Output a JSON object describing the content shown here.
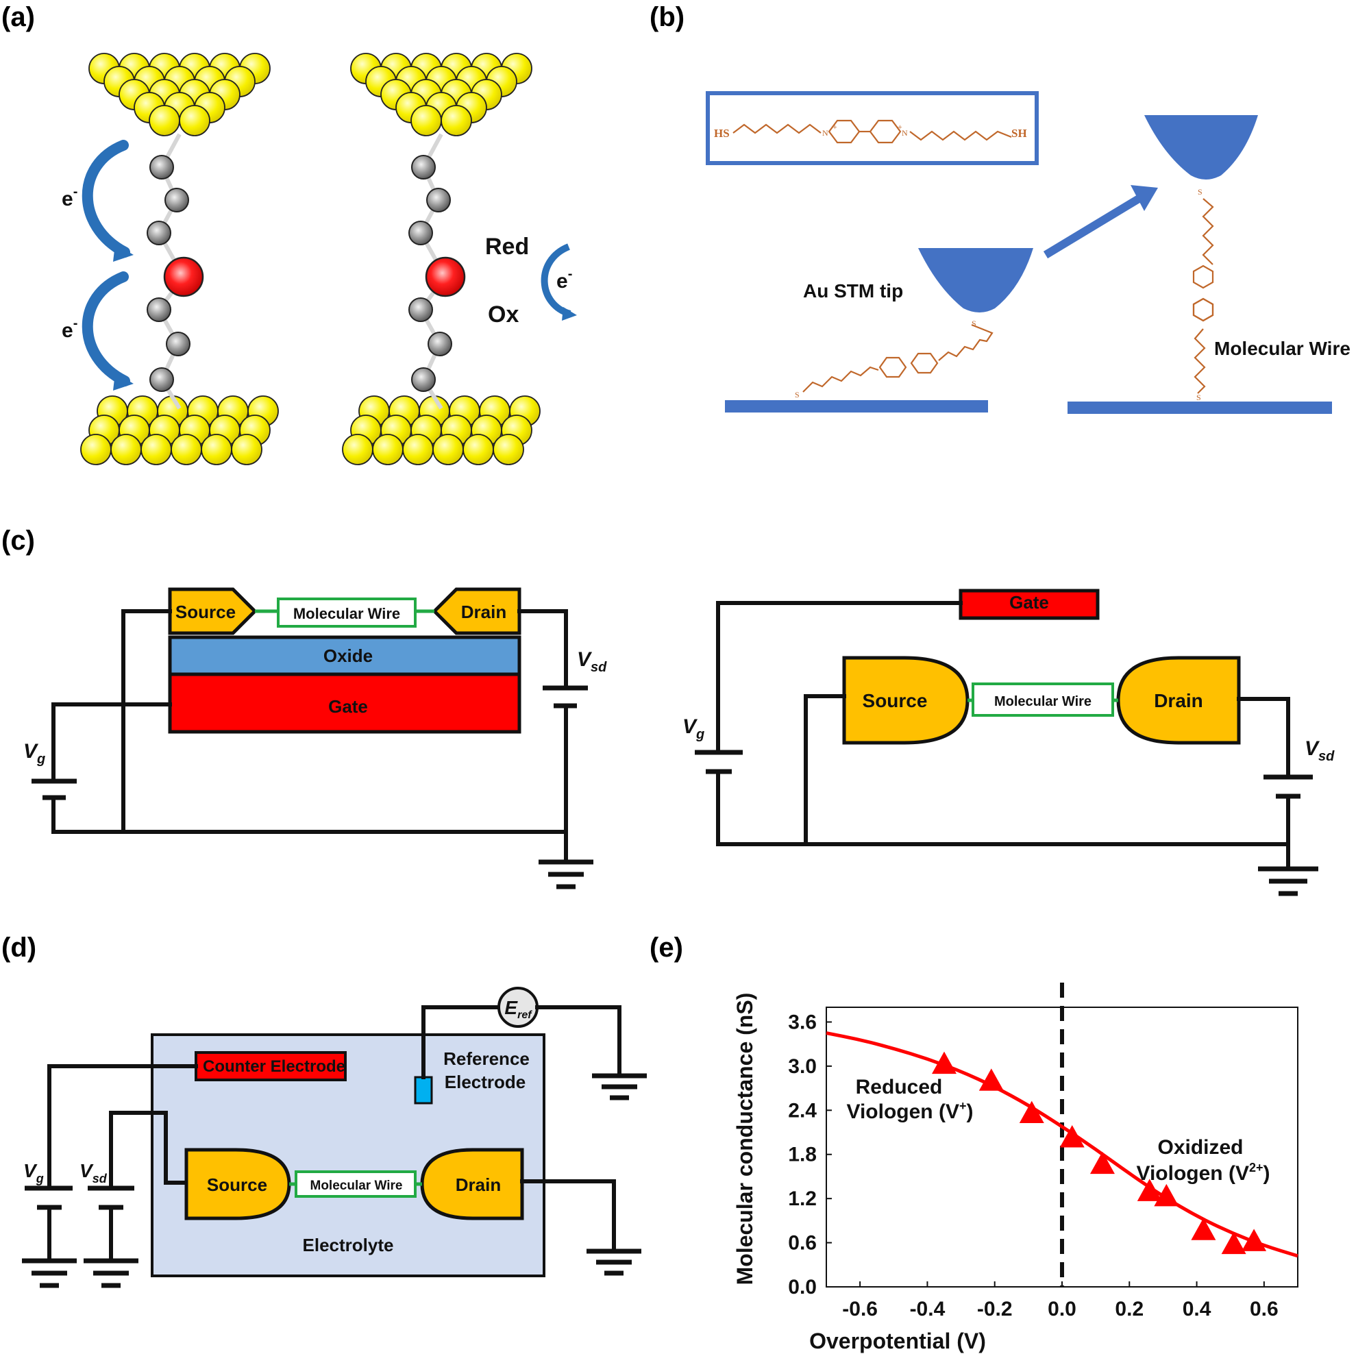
{
  "panels": {
    "a": {
      "label": "(a)",
      "electron_labels": [
        "e",
        "e",
        "e"
      ],
      "superscript": "-",
      "redox_top": "Red",
      "redox_bottom": "Ox"
    },
    "b": {
      "label": "(b)",
      "mol_hs": "HS",
      "mol_sh": "SH",
      "mol_n": "N",
      "mol_plus": "+",
      "mol_s": "S",
      "tip_label": "Au STM tip",
      "wire_label": "Molecular Wire"
    },
    "c": {
      "label": "(c)",
      "left": {
        "source": "Source",
        "drain": "Drain",
        "molecular_wire": "Molecular Wire",
        "oxide": "Oxide",
        "gate": "Gate",
        "v": "V",
        "vg_sub": "g",
        "vsd_sub": "sd"
      },
      "right": {
        "gate": "Gate",
        "source": "Source",
        "drain": "Drain",
        "molecular_wire": "Molecular Wire",
        "v": "V",
        "vg_sub": "g",
        "vsd_sub": "sd"
      }
    },
    "d": {
      "label": "(d)",
      "e": "E",
      "eref_sub": "ref",
      "counter": "Counter Electrode",
      "reference_line1": "Reference",
      "reference_line2": "Electrode",
      "source": "Source",
      "drain": "Drain",
      "molecular_wire": "Molecular Wire",
      "electrolyte": "Electrolyte",
      "v": "V",
      "vg_sub": "g",
      "vsd_sub": "sd"
    },
    "e": {
      "label": "(e)",
      "reduced_line1": "Reduced",
      "reduced_line2": "Viologen (V",
      "reduced_sup": "+",
      "close_paren": ")",
      "oxidized_line1": "Oxidized",
      "oxidized_line2": "Viologen (V",
      "oxidized_sup": "2+"
    }
  },
  "colors": {
    "gold": "#f8f000",
    "blue": "#4472c4",
    "red": "#ff0000",
    "orange": "#ffc000",
    "oxide": "#5b9bd5",
    "green": "#22aa44",
    "electrolyte": "#d1dcf0",
    "ref_electrode": "#00b0f0",
    "curve": "#ff0000",
    "molecule": "#c0672a"
  },
  "chart_data": {
    "type": "scatter",
    "xlabel": "Overpotential (V)",
    "ylabel": "Molecular conductance (nS)",
    "xlim": [
      -0.7,
      0.7
    ],
    "ylim": [
      0.0,
      3.8
    ],
    "x_ticks": [
      -0.6,
      -0.4,
      -0.2,
      0.0,
      0.2,
      0.4,
      0.6
    ],
    "x_tick_labels": [
      "-0.6",
      "-0.4",
      "-0.2",
      "0.0",
      "0.2",
      "0.4",
      "0.6"
    ],
    "y_ticks": [
      0.0,
      0.6,
      1.2,
      1.8,
      2.4,
      3.0,
      3.6
    ],
    "y_tick_labels": [
      "0.0",
      "0.6",
      "1.2",
      "1.8",
      "2.4",
      "3.0",
      "3.6"
    ],
    "reference_line_x": 0.0,
    "series": [
      {
        "kind": "points",
        "marker": "triangle",
        "x": [
          -0.35,
          -0.21,
          -0.09,
          0.03,
          0.12,
          0.26,
          0.31,
          0.42,
          0.51,
          0.57
        ],
        "y": [
          3.03,
          2.8,
          2.36,
          2.03,
          1.67,
          1.3,
          1.23,
          0.77,
          0.58,
          0.62
        ]
      },
      {
        "kind": "fit",
        "x": [
          -0.7,
          -0.6,
          -0.5,
          -0.4,
          -0.3,
          -0.2,
          -0.1,
          0.0,
          0.1,
          0.2,
          0.3,
          0.4,
          0.5,
          0.6,
          0.7
        ],
        "y": [
          3.45,
          3.36,
          3.24,
          3.1,
          2.93,
          2.72,
          2.47,
          2.18,
          1.87,
          1.54,
          1.23,
          0.96,
          0.74,
          0.56,
          0.42
        ]
      }
    ]
  }
}
